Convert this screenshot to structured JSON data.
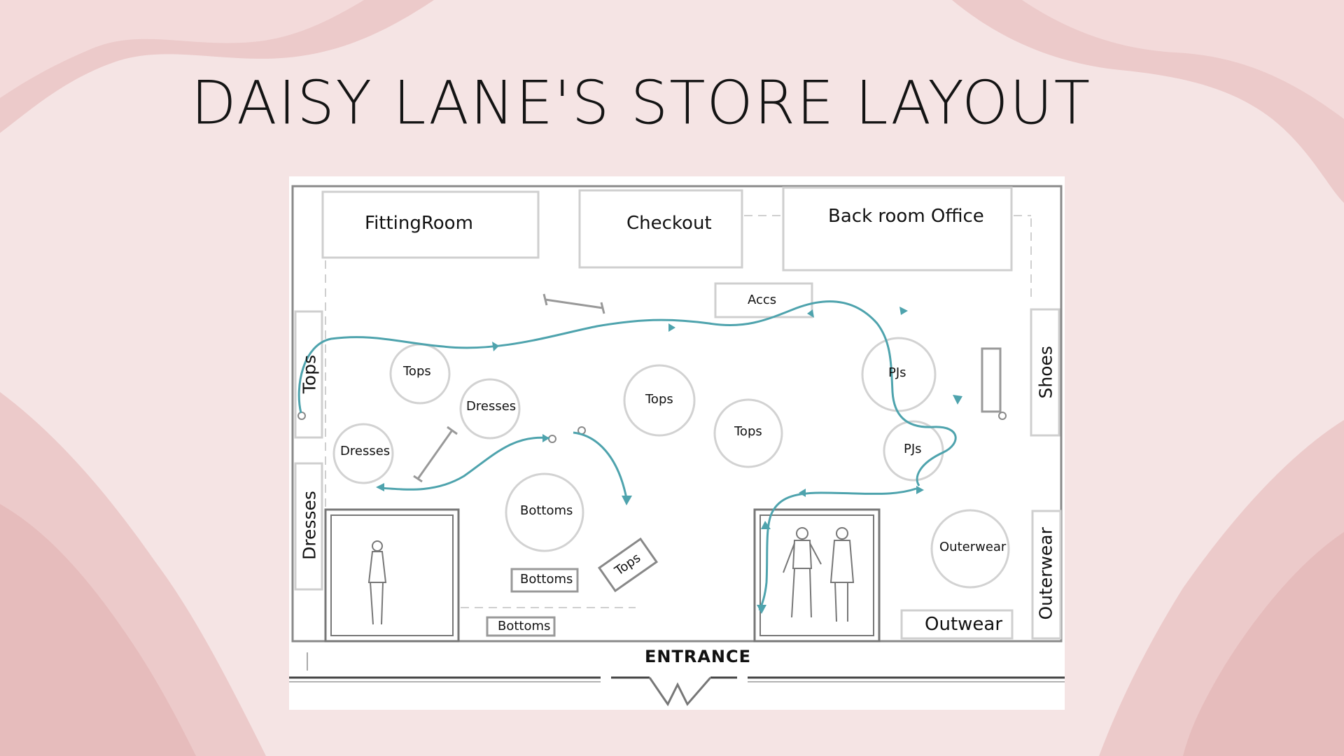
{
  "title": "DAISY LANE'S STORE LAYOUT",
  "rooms": {
    "fitting": "FittingRoom",
    "checkout": "Checkout",
    "office": "Back room Office",
    "accs": "Accs",
    "outwear": "Outwear",
    "entrance": "ENTRANCE"
  },
  "walls": {
    "tops": "Tops",
    "dresses": "Dresses",
    "shoes": "Shoes",
    "outerwear": "Outerwear"
  },
  "racks": {
    "tops1": "Tops",
    "dresses1": "Dresses",
    "dresses2": "Dresses",
    "tops2": "Tops",
    "tops3": "Tops",
    "pjs1": "PJs",
    "pjs2": "PJs",
    "bottoms_round": "Bottoms",
    "outerwear_round": "Outerwear"
  },
  "tables": {
    "bottoms1": "Bottoms",
    "bottoms2": "Bottoms",
    "tops_angled": "Tops"
  },
  "colors": {
    "background": "#f5e4e4",
    "path": "#4ea3ad",
    "plan_line": "#cfcfcf"
  }
}
